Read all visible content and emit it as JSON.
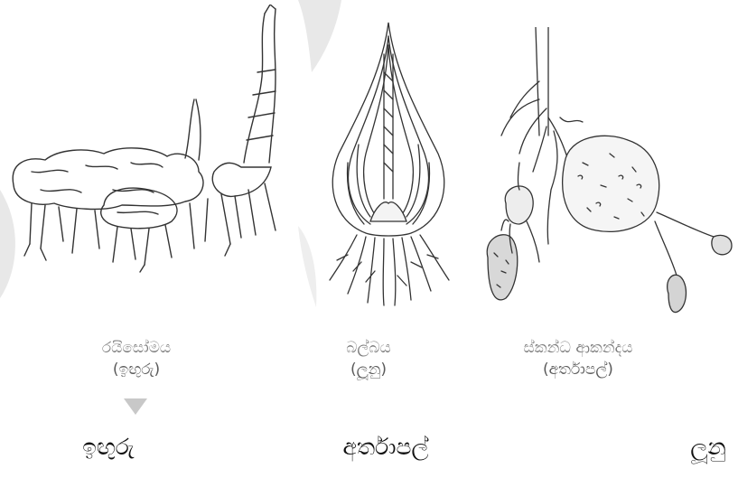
{
  "panels": [
    {
      "label_main": "රයිසෝමය",
      "label_sub": "(ඉඟුරු)"
    },
    {
      "label_main": "බල්බය",
      "label_sub": "(ලූනු)"
    },
    {
      "label_main": "ස්කන්ධ ආකන්දය",
      "label_sub": "(අර්තාපල්)"
    }
  ],
  "captions": [
    "ඉඟුරු",
    "අර්තාපල්",
    "ලූනු"
  ],
  "colors": {
    "shade": "#e6e6e6",
    "ink": "#333333",
    "caption": "#111111"
  }
}
